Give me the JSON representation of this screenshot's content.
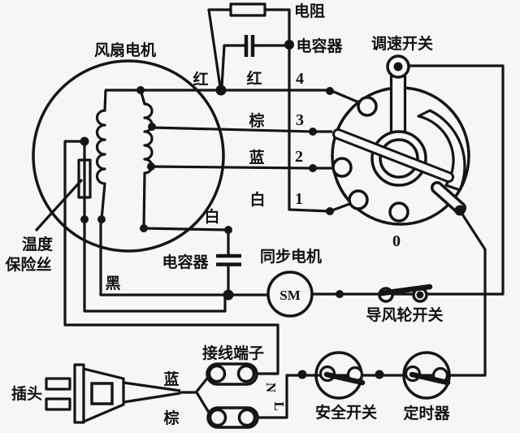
{
  "diagram_colors": {
    "ink": "#151515",
    "paper": "#f6f6f4"
  },
  "labels": {
    "fan_motor": "风扇电机",
    "resistor": "电阻",
    "capacitor_top": "电容器",
    "speed_switch": "调速开关",
    "thermal_fuse_line1": "温度",
    "thermal_fuse_line2": "保险丝",
    "capacitor_bottom": "电容器",
    "black_wire": "黑",
    "white_wire_inner": "白",
    "sync_motor": "同步电机",
    "sync_motor_symbol": "SM",
    "louver_switch": "导风轮开关",
    "switch_off_position": "0",
    "terminal_block": "接线端子",
    "plug": "插头",
    "blue_cord": "蓝",
    "brown_cord": "棕",
    "safety_switch": "安全开关",
    "timer": "定时器",
    "line_neutral": "N",
    "line_live": "L"
  },
  "wires": {
    "red_a": "红",
    "red_b": "红",
    "num4": "4",
    "brown": "棕",
    "num3": "3",
    "blue": "蓝",
    "num2": "2",
    "white": "白",
    "num1": "1"
  }
}
